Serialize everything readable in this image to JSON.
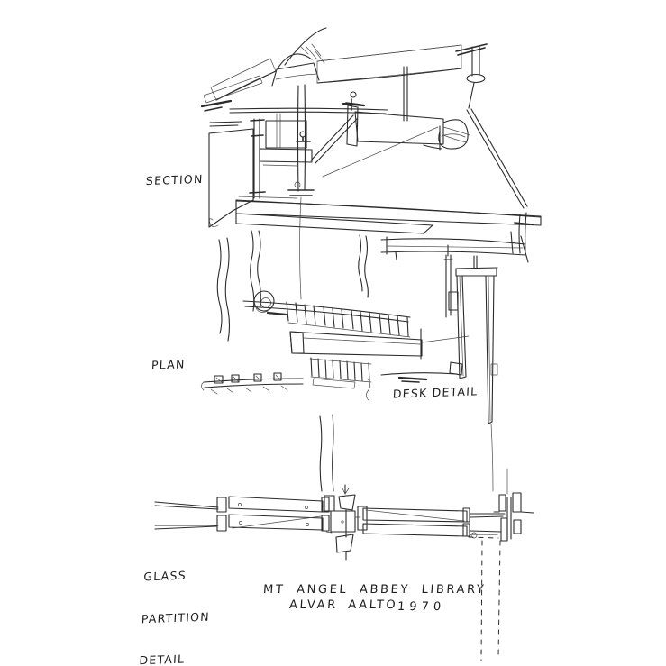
{
  "labels": {
    "section": "SECTION",
    "plan": "PLAN",
    "desk_detail": "DESK DETAIL",
    "glass_partition_line1": "GLASS",
    "glass_partition_line2": "PARTITION",
    "glass_partition_line3": "DETAIL"
  },
  "title": {
    "line1": "MT ANGEL ABBEY LIBRARY",
    "architect": "ALVAR AALTO",
    "year": "1970"
  },
  "ink_color": "#2b2b2b"
}
